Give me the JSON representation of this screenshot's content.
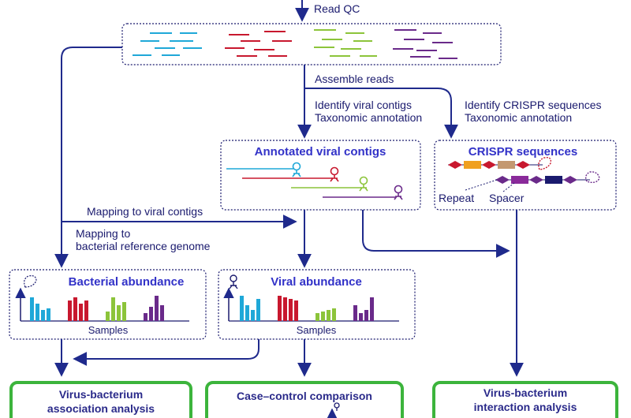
{
  "labels": {
    "read_qc": "Read QC",
    "assemble_reads": "Assemble reads",
    "identify_viral_contigs": "Identify viral contigs",
    "taxonomic_annotation_1": "Taxonomic annotation",
    "identify_crispr": "Identify CRISPR sequences",
    "taxonomic_annotation_2": "Taxonomic annotation",
    "mapping_viral": "Mapping to viral contigs",
    "mapping_bacterial_1": "Mapping to",
    "mapping_bacterial_2": "bacterial reference genome"
  },
  "boxes": {
    "annotated_viral_contigs": "Annotated viral contigs",
    "crispr_sequences": "CRISPR sequences",
    "repeat": "Repeat",
    "spacer": "Spacer",
    "bacterial_abundance": "Bacterial abundance",
    "viral_abundance": "Viral abundance",
    "samples_1": "Samples",
    "samples_2": "Samples"
  },
  "outputs": {
    "assoc_1": "Virus-bacterium",
    "assoc_2": "association analysis",
    "case_control": "Case–control comparison",
    "interaction_1": "Virus-bacterium",
    "interaction_2": "interaction analysis"
  },
  "colors": {
    "arrow": "#1f2a8c",
    "cyan": "#1fa8d8",
    "red": "#c8182e",
    "green": "#8cc43a",
    "purple": "#6a2a8a",
    "orange": "#f0a020",
    "tan": "#c49870",
    "navy": "#1a1a6e",
    "output_border": "#3cb43c"
  },
  "bar_groups": {
    "bacterial": [
      [
        30,
        22,
        14,
        16
      ],
      [
        26,
        30,
        22,
        26
      ],
      [
        12,
        30,
        20,
        24
      ],
      [
        10,
        18,
        32,
        20
      ]
    ],
    "viral": [
      [
        32,
        20,
        14,
        28
      ],
      [
        32,
        30,
        28,
        26
      ],
      [
        10,
        12,
        14,
        16
      ],
      [
        20,
        10,
        14,
        30
      ]
    ]
  }
}
